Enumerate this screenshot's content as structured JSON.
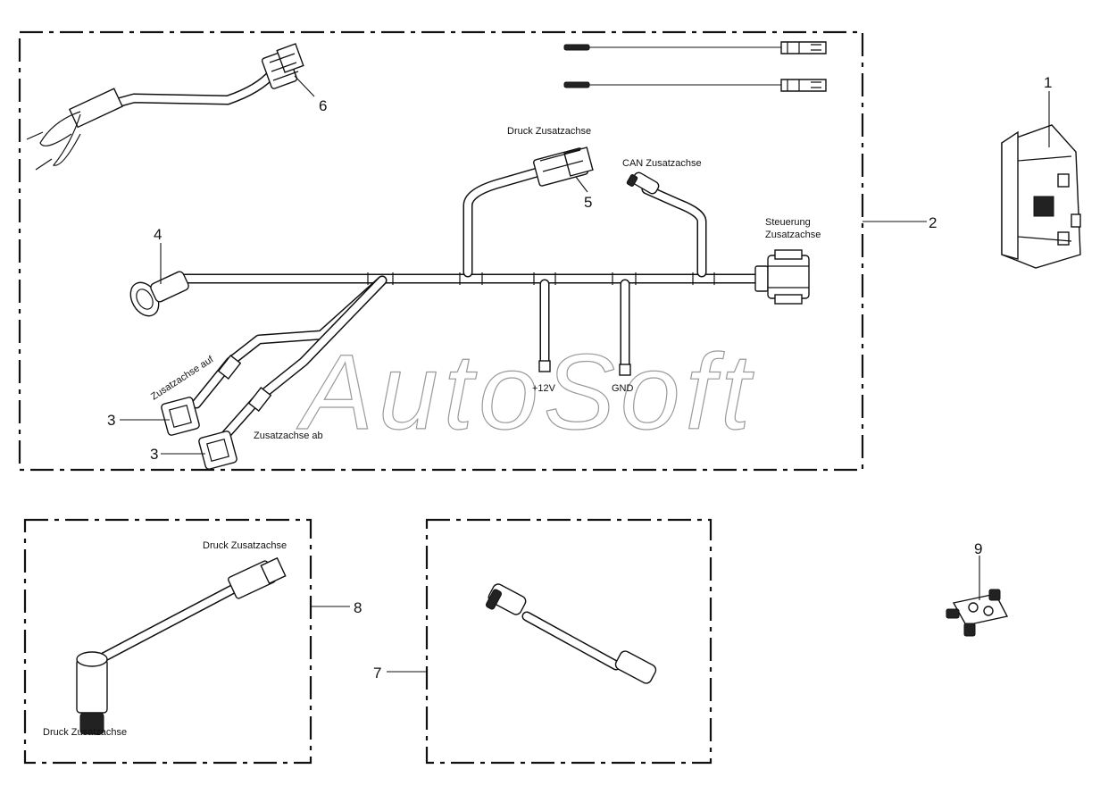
{
  "watermark": "AutoSoft",
  "labels": {
    "druck_top": "Druck Zusatzachse",
    "can": "CAN Zusatzachse",
    "steuerung_1": "Steuerung",
    "steuerung_2": "Zusatzachse",
    "auf": "Zusatzachse auf",
    "ab": "Zusatzachse ab",
    "v12": "+12V",
    "gnd": "GND",
    "druck_8a": "Druck Zusatzachse",
    "druck_8b": "Druck Zusatzachse"
  },
  "callouts": {
    "c1": "1",
    "c2": "2",
    "c3a": "3",
    "c3b": "3",
    "c4": "4",
    "c5": "5",
    "c6": "6",
    "c7": "7",
    "c8": "8",
    "c9": "9"
  }
}
